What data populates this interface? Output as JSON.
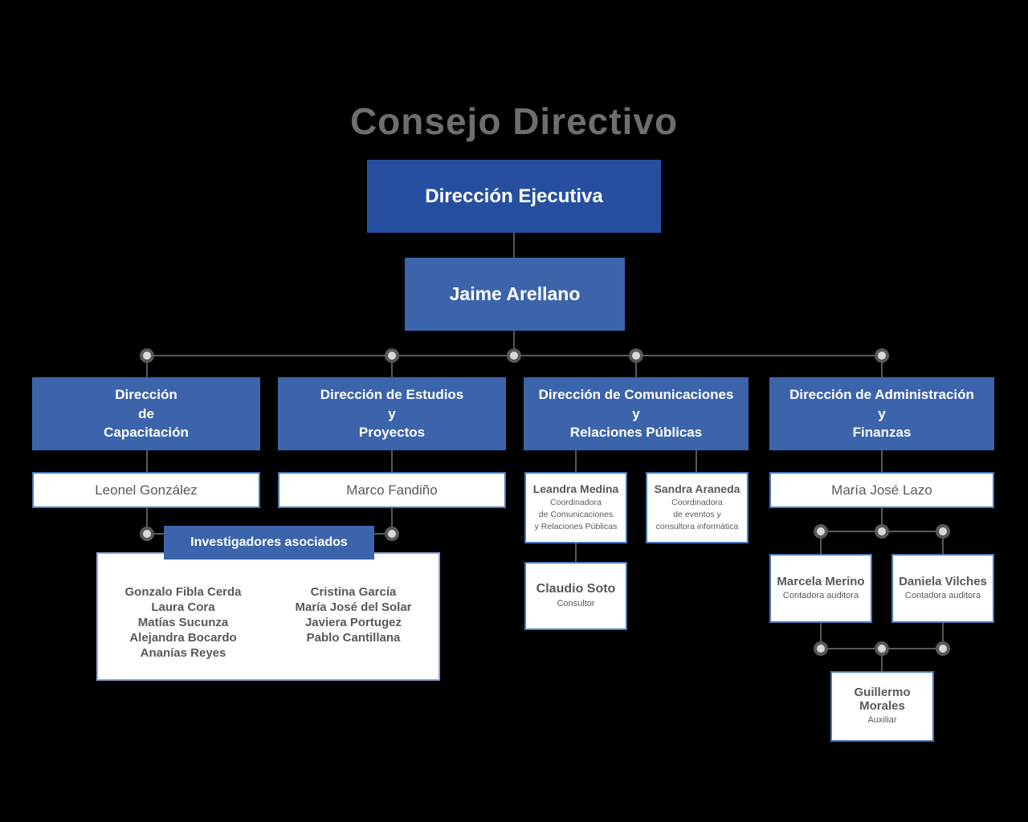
{
  "title": "Consejo Directivo",
  "colors": {
    "box_dark_blue": "#26509F",
    "box_blue": "#3C64AB",
    "connector_gray": "#595959",
    "node_fill": "#D9D9D9",
    "text_gray": "#595959",
    "title_gray": "#6D6E71",
    "card_border_blue": "#4A78BB",
    "panel_border_blue": "#8BA6D4"
  },
  "root": {
    "label": "Dirección Ejecutiva"
  },
  "director": {
    "label": "Jaime Arellano"
  },
  "branches": [
    {
      "lines": [
        "Dirección",
        "de",
        "Capacitación"
      ],
      "head": "Leonel González"
    },
    {
      "lines": [
        "Dirección de Estudios",
        "y",
        "Proyectos"
      ],
      "head": "Marco Fandiño"
    },
    {
      "lines": [
        "Dirección de Comunicaciones",
        "y",
        "Relaciones Públicas"
      ]
    },
    {
      "lines": [
        "Dirección de Administración",
        "y",
        "Finanzas"
      ],
      "head": "María José Lazo"
    }
  ],
  "comunicaciones": {
    "leandra": {
      "name": "Leandra Medina",
      "role_lines": [
        "Coordinadora",
        "de Comunicaciones",
        "y Relaciones Públicas"
      ]
    },
    "sandra": {
      "name": "Sandra Araneda",
      "role_lines": [
        "Coordinadora",
        "de eventos y",
        "consultora informática"
      ]
    },
    "claudio": {
      "name": "Claudio Soto",
      "role": "Consultor"
    }
  },
  "investigadores": {
    "header": "Investigadores asociados",
    "col1": [
      "Gonzalo Fibla Cerda",
      "Laura Cora",
      "Matías Sucunza",
      "Alejandra Bocardo",
      "Ananías Reyes"
    ],
    "col2": [
      "Cristina García",
      "María José del Solar",
      "Javiera Portugez",
      "Pablo Cantillana"
    ]
  },
  "administracion": {
    "marcela": {
      "name": "Marcela Merino",
      "role": "Contadora auditora"
    },
    "daniela": {
      "name": "Daniela Vilches",
      "role": "Contadora auditora"
    },
    "guillermo": {
      "name": "Guillermo Morales",
      "role": "Auxiliar"
    }
  }
}
